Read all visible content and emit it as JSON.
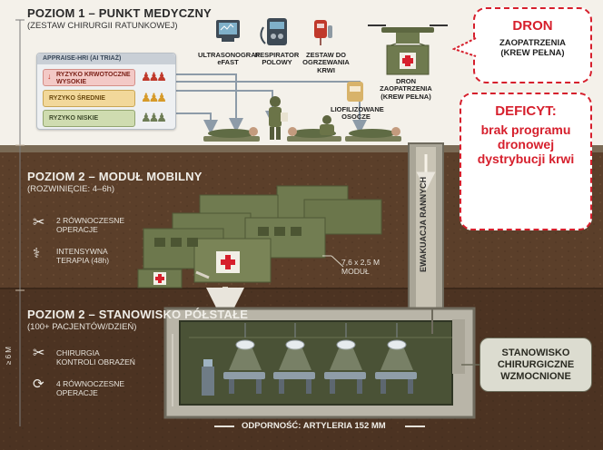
{
  "level1": {
    "title": "POZIOM 1 – PUNKT MEDYCZNY",
    "subtitle": "(ZESTAW CHIRURGII RATUNKOWEJ)",
    "appraise": {
      "header": "APPRAISE-HRI (AI TRIAŻ)",
      "rows": [
        {
          "label": "RYZYKO KRWOTOCZNE WYSOKIE",
          "color": "#f3c9c6",
          "figure_color": "#c0392b"
        },
        {
          "label": "RYZYKO ŚREDNIE",
          "color": "#f2d89a",
          "figure_color": "#d69a2a"
        },
        {
          "label": "RYZYKO NISKIE",
          "color": "#cfdcb0",
          "figure_color": "#6d7c55"
        }
      ]
    },
    "equipment": [
      {
        "label": "ULTRASONOGRAF eFAST",
        "icon": "ultrasound-icon"
      },
      {
        "label": "RESPIRATOR POLOWY",
        "icon": "ventilator-icon"
      },
      {
        "label": "ZESTAW DO OGRZEWANIA KRWI",
        "icon": "blood-bag-icon"
      },
      {
        "label": "LIOFILIZOWANE OSOCZE",
        "icon": "plasma-bag-icon"
      }
    ],
    "drone_label": "DRON ZAOPATRZENIA (KREW PEŁNA)"
  },
  "callout_drone": {
    "title": "DRON",
    "text": "ZAOPATRZENIA (KREW PEŁNA)"
  },
  "callout_deficit": {
    "title": "DEFICYT:",
    "text": "brak programu dronowej dystrybucji krwi"
  },
  "level2_mobile": {
    "title": "POZIOM 2 – MODUŁ MOBILNY",
    "subtitle": "(ROZWINIĘCIE: 4–6h)",
    "items": [
      {
        "text": "2 RÓWNOCZESNE OPERACJE",
        "icon": "scissors-icon"
      },
      {
        "text": "INTENSYWNA TERAPIA (48h)",
        "icon": "stethoscope-icon"
      }
    ],
    "module_label": "7,6 x 2,5 M MODUŁ"
  },
  "evacuation_label": "EWAKUACJA RANNYCH",
  "level2_bunker": {
    "title": "POZIOM 2 – STANOWISKO PÓŁSTAŁE",
    "subtitle": "(100+ PACJENTÓW/DZIEŃ)",
    "items": [
      {
        "text": "CHIRURGIA KONTROLI OBRAŻEŃ",
        "icon": "scissors-icon"
      },
      {
        "text": "4 RÓWNOCZESNE OPERACJE",
        "icon": "cycle-icon"
      }
    ],
    "depth_label": "≥ 6 M",
    "resistance_label": "ODPORNOŚĆ: ARTYLERIA 152 MM",
    "station_label": "STANOWISKO CHIRURGICZNE WZMOCNIONE"
  },
  "colors": {
    "soil": "#5a3f2a",
    "soil_dark": "#4a3322",
    "army_green": "#6f7a4f",
    "red": "#d61f2c",
    "concrete": "#b9b5a8"
  }
}
